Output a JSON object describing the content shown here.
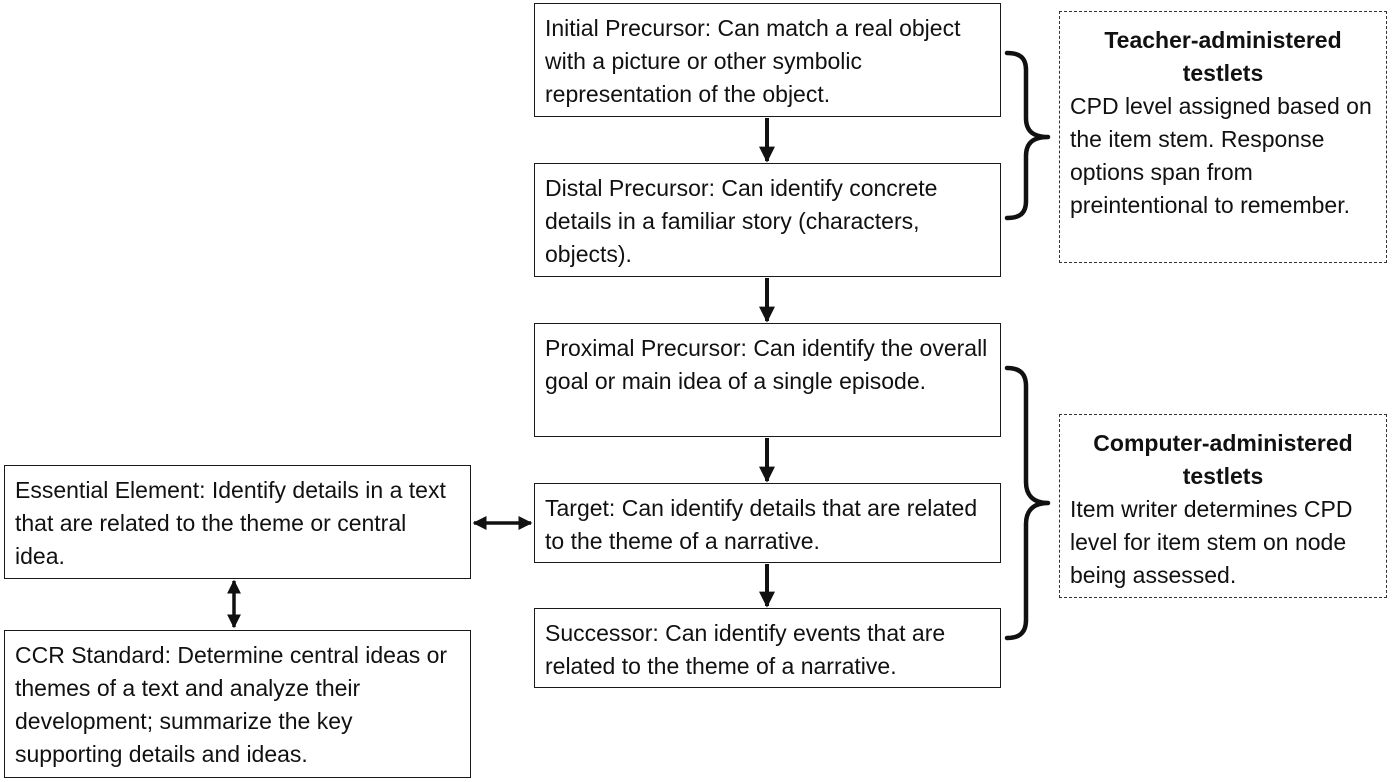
{
  "nodes": {
    "initial_precursor": "Initial Precursor: Can match a real object with a picture or other symbolic representation of the object.",
    "distal_precursor": "Distal Precursor: Can identify concrete details in a familiar story (characters, objects).",
    "proximal_precursor": "Proximal Precursor: Can identify the overall goal or main idea of a single episode.",
    "target": "Target: Can identify details that are related to the theme of a narrative.",
    "successor": "Successor: Can identify events that are related to the theme of a narrative.",
    "essential_element": "Essential Element: Identify details in a text that are related to the theme or central idea.",
    "ccr_standard": "CCR Standard: Determine central ideas or themes of a text and analyze their development; summarize the key supporting details and ideas."
  },
  "notes": {
    "teacher": {
      "title": "Teacher-administered testlets",
      "body": "CPD level assigned based on the item stem. Response options span from preintentional to remember."
    },
    "computer": {
      "title": "Computer-administered testlets",
      "body": "Item writer determines CPD level for item stem on node being assessed."
    }
  }
}
